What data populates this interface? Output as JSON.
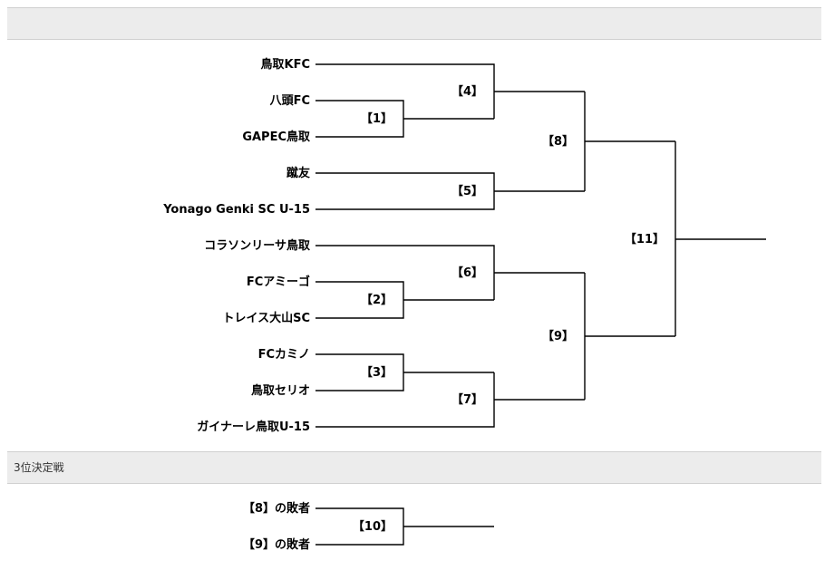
{
  "header": {
    "title": ""
  },
  "bracket": {
    "teams": [
      "鳥取KFC",
      "八頭FC",
      "GAPEC鳥取",
      "蹴友",
      "Yonago Genki SC U-15",
      "コラソンリーサ鳥取",
      "FCアミーゴ",
      "トレイス大山SC",
      "FCカミノ",
      "鳥取セリオ",
      "ガイナーレ鳥取U-15"
    ],
    "match_labels": {
      "m1": "【1】",
      "m2": "【2】",
      "m3": "【3】",
      "m4": "【4】",
      "m5": "【5】",
      "m6": "【6】",
      "m7": "【7】",
      "m8": "【8】",
      "m9": "【9】",
      "m11": "【11】"
    }
  },
  "third_place": {
    "section_title": "3位決定戦",
    "entries": [
      "【8】の敗者",
      "【9】の敗者"
    ],
    "match_label": "【10】"
  }
}
